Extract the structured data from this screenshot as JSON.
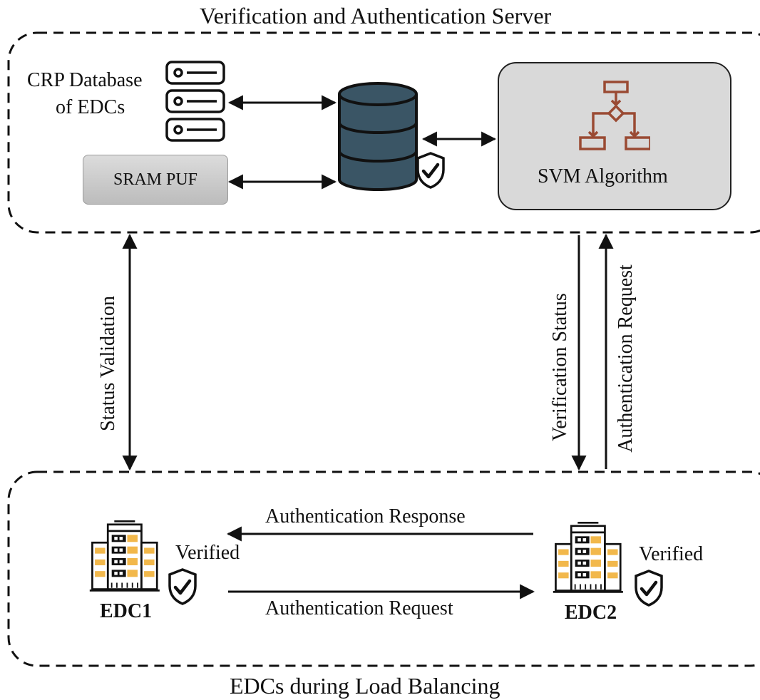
{
  "server": {
    "title": "Verification and  Authentication Server",
    "crp_line1": "CRP Database",
    "crp_line2": "of EDCs",
    "sram_label": "SRAM PUF",
    "svm_label": "SVM Algorithm"
  },
  "links": {
    "status_validation": "Status Validation",
    "verification_status": "Verification Status",
    "authentication_request_vertical": "Authentication Request"
  },
  "edcs": {
    "group_title": "EDCs during Load Balancing",
    "edc1_label": "EDC1",
    "edc2_label": "EDC2",
    "edc1_status": "Verified",
    "edc2_status": "Verified",
    "response_label": "Authentication Response",
    "request_label": "Authentication Request"
  },
  "icons": {
    "server_list": "server-rack-icon",
    "database": "database-icon",
    "shield": "shield-check-icon",
    "flowchart": "flowchart-icon",
    "building": "building-server-icon"
  },
  "colors": {
    "db_fill": "#3a5565",
    "flowchart": "#9a4a33",
    "building_accent": "#f2b84b"
  }
}
